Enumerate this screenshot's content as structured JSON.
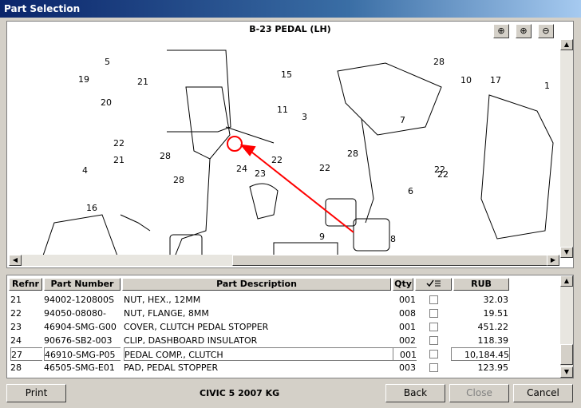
{
  "window": {
    "title": "Part Selection"
  },
  "diagram": {
    "title": "B-23 PEDAL (LH)",
    "zoom_buttons": [
      "zoom-in-area-icon",
      "zoom-in-icon",
      "zoom-out-icon"
    ],
    "zoom_glyphs": [
      "⊕",
      "⊕",
      "⊖"
    ],
    "callouts": [
      "5",
      "19",
      "21",
      "20",
      "22",
      "28",
      "4",
      "21",
      "28",
      "24",
      "23",
      "16",
      "15",
      "11",
      "3",
      "22",
      "28",
      "22",
      "9",
      "8",
      "28",
      "10",
      "7",
      "6",
      "22",
      "17",
      "1",
      "22"
    ]
  },
  "table": {
    "headers": [
      "Refnr",
      "Part Number",
      "Part Description",
      "Qty",
      "",
      "RUB"
    ],
    "rows": [
      {
        "ref": "21",
        "part_no": "94002-120800S",
        "desc": "NUT, HEX., 12MM",
        "qty": "001",
        "price": "32.03"
      },
      {
        "ref": "22",
        "part_no": "94050-08080-",
        "desc": "NUT, FLANGE, 8MM",
        "qty": "008",
        "price": "19.51"
      },
      {
        "ref": "23",
        "part_no": "46904-SMG-G00",
        "desc": "COVER, CLUTCH PEDAL STOPPER",
        "qty": "001",
        "price": "451.22"
      },
      {
        "ref": "24",
        "part_no": "90676-SB2-003",
        "desc": "CLIP, DASHBOARD INSULATOR",
        "qty": "002",
        "price": "118.39"
      },
      {
        "ref": "27",
        "part_no": "46910-SMG-P05",
        "desc": "PEDAL COMP., CLUTCH",
        "qty": "001",
        "price": "10,184.45"
      },
      {
        "ref": "28",
        "part_no": "46505-SMG-E01",
        "desc": "PAD, PEDAL STOPPER",
        "qty": "003",
        "price": "123.95"
      }
    ]
  },
  "footer": {
    "print_label": "Print",
    "model_text": "CIVIC  5  2007  KG",
    "back_label": "Back",
    "close_label": "Close",
    "cancel_label": "Cancel"
  },
  "colors": {
    "highlight": "#ff0000",
    "titlebar": "#0a246a"
  }
}
